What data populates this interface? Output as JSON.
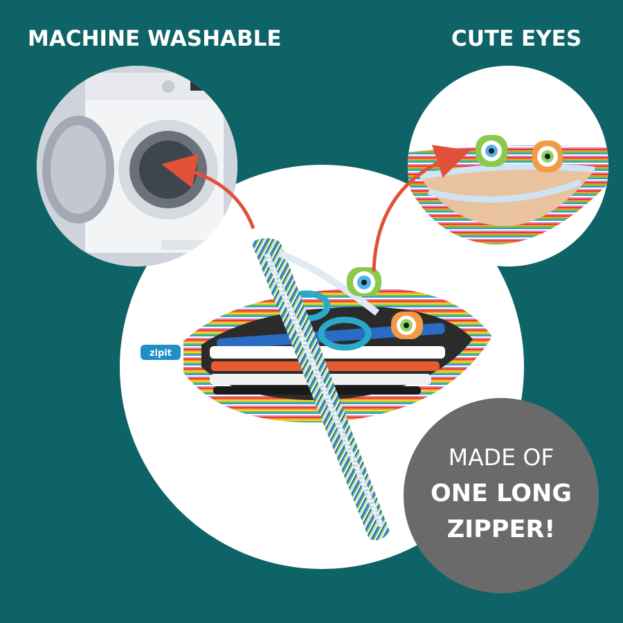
{
  "captions": {
    "left": "MACHINE WASHABLE",
    "right": "CUTE EYES"
  },
  "badge": {
    "line1": "MADE OF",
    "line2": "ONE LONG",
    "line3": "ZIPPER!"
  },
  "brand_tag": "zipit",
  "colors": {
    "background": "#0e6367",
    "badge": "#6a6a6a",
    "arrow": "#e0513a",
    "text": "#ffffff"
  }
}
